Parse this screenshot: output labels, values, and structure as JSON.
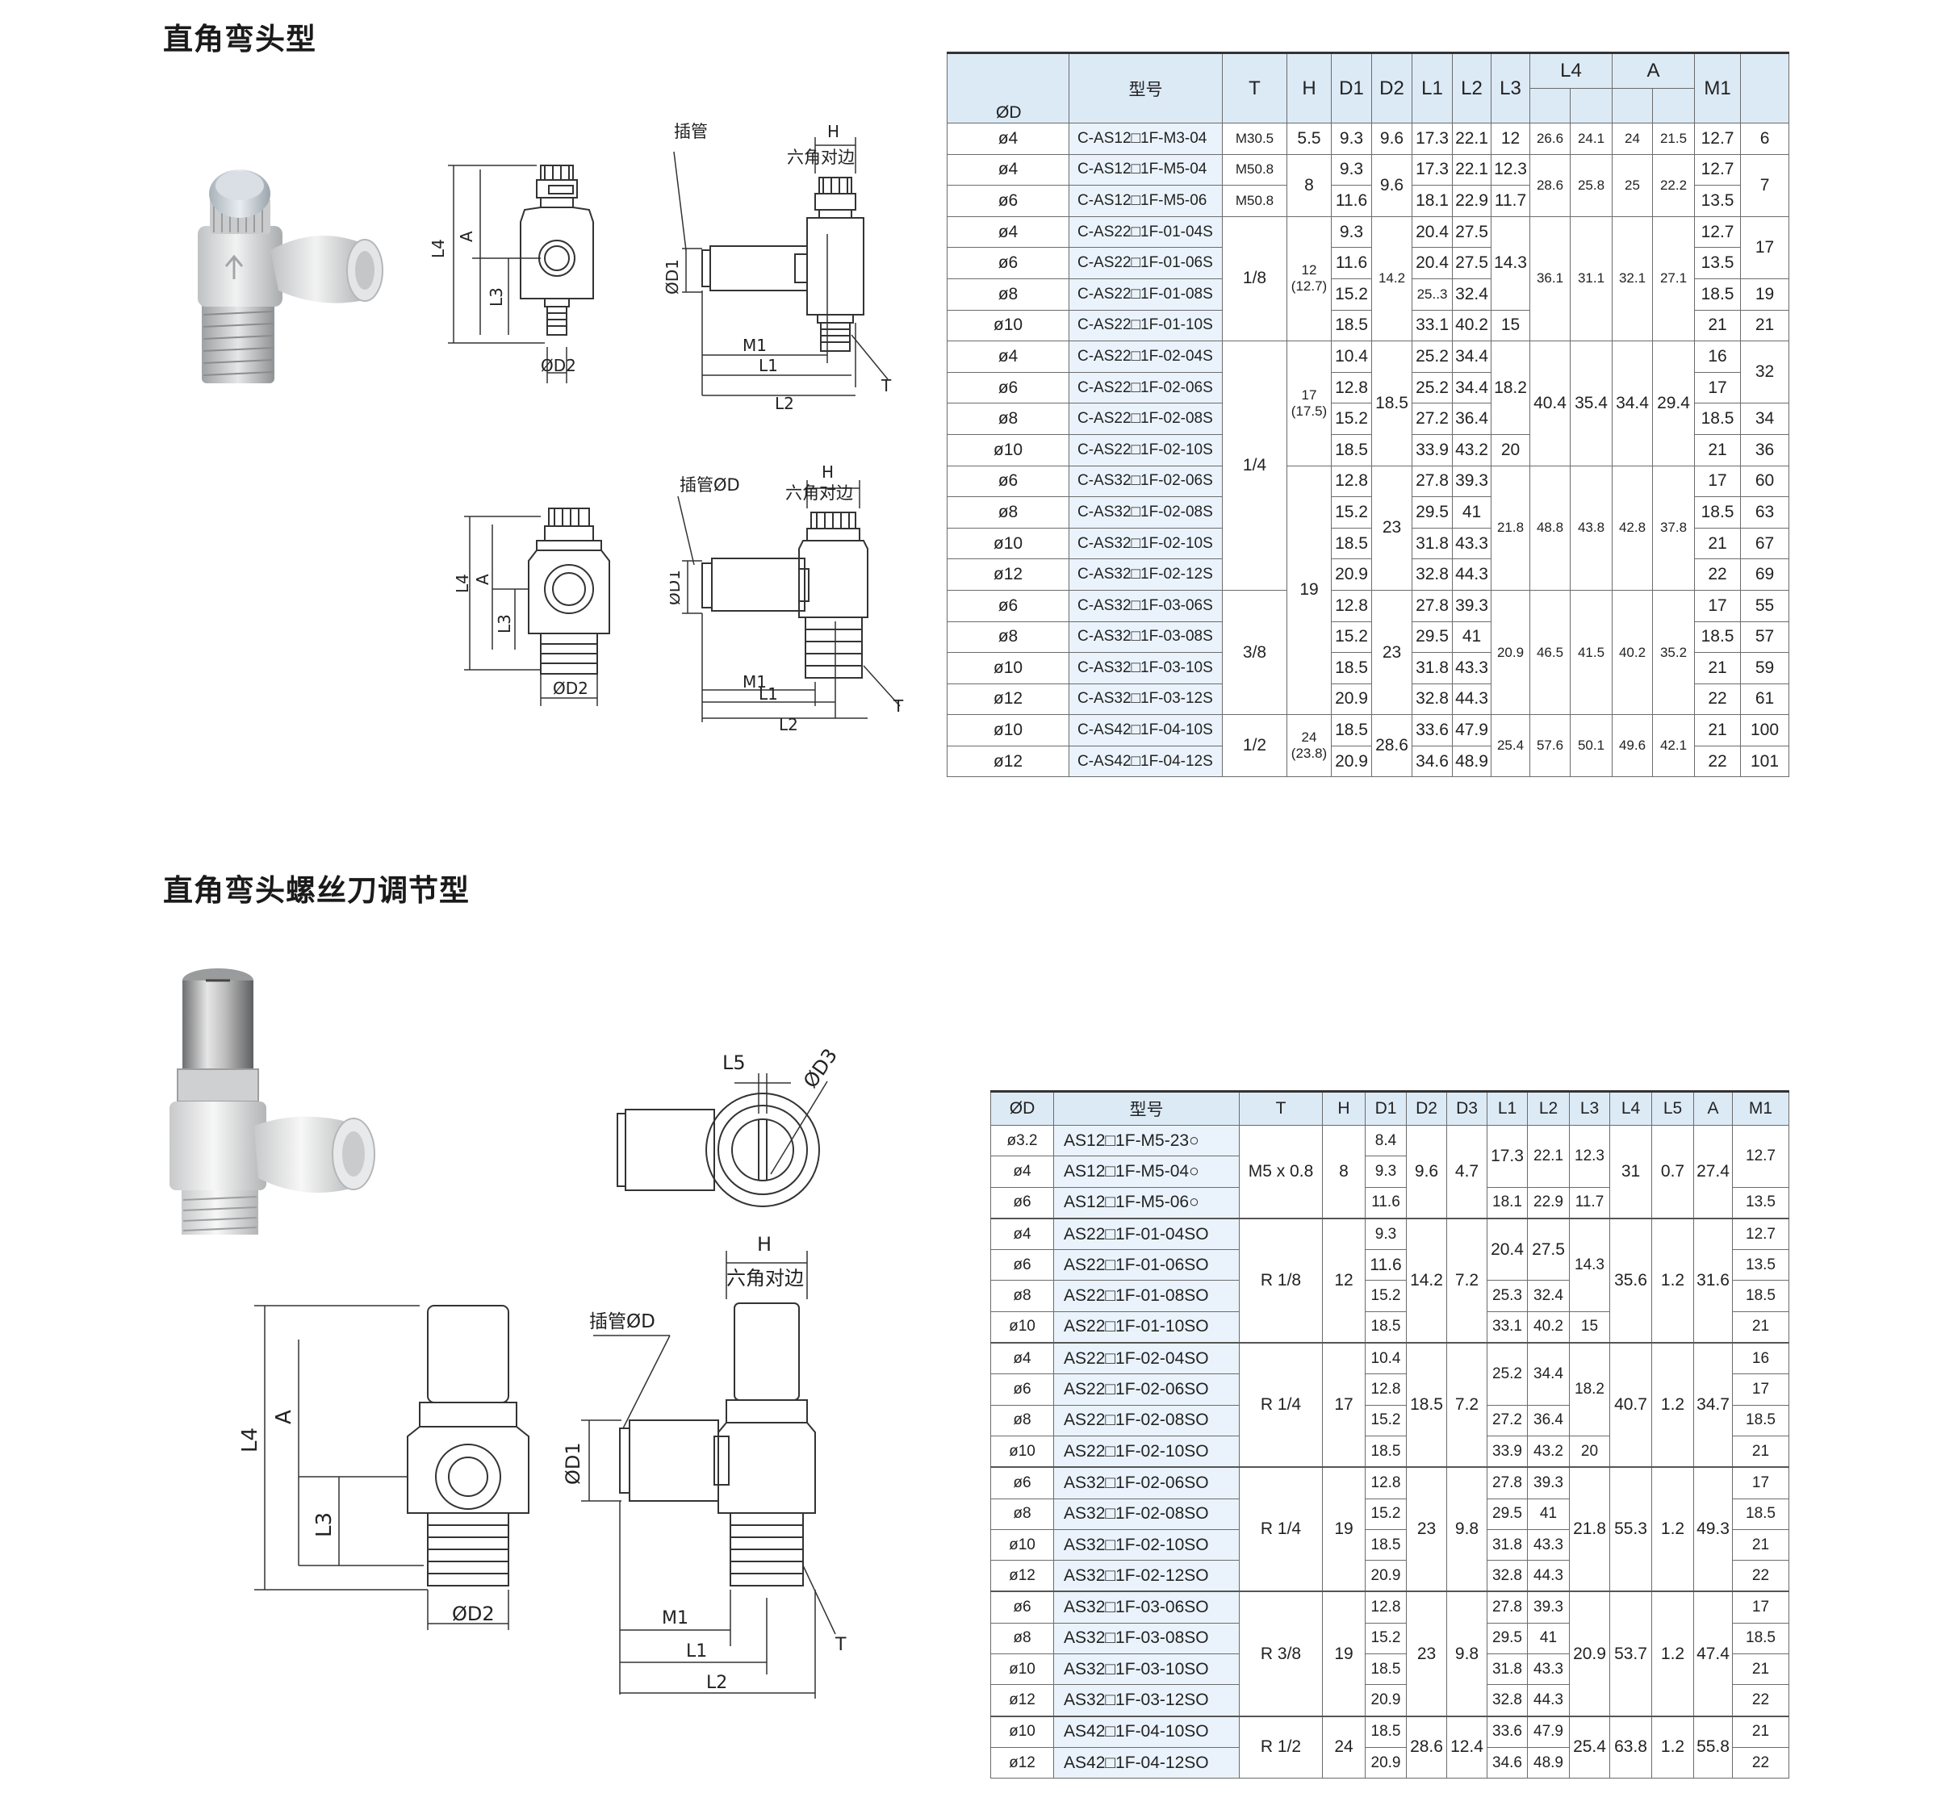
{
  "section1": {
    "title": "直角弯头型"
  },
  "section2": {
    "title": "直角弯头螺丝刀调节型"
  },
  "drawing_labels": {
    "L4": "L4",
    "A": "A",
    "L3": "L3",
    "D2": "ØD2",
    "D1": "ØD1",
    "M1": "M1",
    "L1": "L1",
    "L2": "L2",
    "H": "H",
    "T": "T",
    "L5": "L5",
    "D3": "ØD3",
    "insert_tube": "插管",
    "insert_tube_d": "插管ØD",
    "hex_across": "六角对边"
  },
  "table1": {
    "headers": {
      "d": "ØD",
      "model": "型号",
      "T": "T",
      "H": "H",
      "D1": "D1",
      "D2": "D2",
      "L1": "L1",
      "L2": "L2",
      "L3": "L3",
      "L4": "L4",
      "A": "A",
      "M1": "M1"
    },
    "rows": [
      [
        "ø4",
        "C-AS12□1F-M3-04",
        "M30.5",
        "5.5",
        "9.3",
        "9.6",
        "17.3",
        "22.1",
        "12",
        "26.6",
        "24.1",
        "24",
        "21.5",
        "12.7",
        "6"
      ],
      [
        "ø4",
        "C-AS12□1F-M5-04",
        "M50.8",
        "8",
        "9.3",
        "9.6",
        "17.3",
        "22.1",
        "12.3",
        "28.6",
        "25.8",
        "25",
        "22.2",
        "12.7",
        "7"
      ],
      [
        "ø6",
        "C-AS12□1F-M5-06",
        "M50.8",
        "",
        "11.6",
        "",
        "18.1",
        "22.9",
        "11.7",
        "",
        "",
        "",
        "",
        "13.5",
        ""
      ],
      [
        "ø4",
        "C-AS22□1F-01-04S",
        "1/8",
        "12\n(12.7)",
        "9.3",
        "14.2",
        "20.4",
        "27.5",
        "14.3",
        "36.1",
        "31.1",
        "32.1",
        "27.1",
        "12.7",
        "17"
      ],
      [
        "ø6",
        "C-AS22□1F-01-06S",
        "",
        "",
        "11.6",
        "",
        "20.4",
        "27.5",
        "",
        "",
        "",
        "",
        "",
        "13.5",
        ""
      ],
      [
        "ø8",
        "C-AS22□1F-01-08S",
        "",
        "",
        "15.2",
        "",
        "25..3",
        "32.4",
        "",
        "",
        "",
        "",
        "",
        "18.5",
        "19"
      ],
      [
        "ø10",
        "C-AS22□1F-01-10S",
        "",
        "",
        "18.5",
        "",
        "33.1",
        "40.2",
        "15",
        "",
        "",
        "",
        "",
        "21",
        "21"
      ],
      [
        "ø4",
        "C-AS22□1F-02-04S",
        "1/4",
        "17\n(17.5)",
        "10.4",
        "18.5",
        "25.2",
        "34.4",
        "18.2",
        "40.4",
        "35.4",
        "34.4",
        "29.4",
        "16",
        "32"
      ],
      [
        "ø6",
        "C-AS22□1F-02-06S",
        "",
        "",
        "12.8",
        "",
        "25.2",
        "34.4",
        "",
        "",
        "",
        "",
        "",
        "17",
        ""
      ],
      [
        "ø8",
        "C-AS22□1F-02-08S",
        "",
        "",
        "15.2",
        "",
        "27.2",
        "36.4",
        "",
        "",
        "",
        "",
        "",
        "18.5",
        "34"
      ],
      [
        "ø10",
        "C-AS22□1F-02-10S",
        "",
        "",
        "18.5",
        "",
        "33.9",
        "43.2",
        "20",
        "",
        "",
        "",
        "",
        "21",
        "36"
      ],
      [
        "ø6",
        "C-AS32□1F-02-06S",
        "",
        "19",
        "12.8",
        "23",
        "27.8",
        "39.3",
        "21.8",
        "48.8",
        "43.8",
        "42.8",
        "37.8",
        "17",
        "60"
      ],
      [
        "ø8",
        "C-AS32□1F-02-08S",
        "",
        "",
        "15.2",
        "",
        "29.5",
        "41",
        "",
        "",
        "",
        "",
        "",
        "18.5",
        "63"
      ],
      [
        "ø10",
        "C-AS32□1F-02-10S",
        "",
        "",
        "18.5",
        "",
        "31.8",
        "43.3",
        "",
        "",
        "",
        "",
        "",
        "21",
        "67"
      ],
      [
        "ø12",
        "C-AS32□1F-02-12S",
        "",
        "",
        "20.9",
        "",
        "32.8",
        "44.3",
        "",
        "",
        "",
        "",
        "",
        "22",
        "69"
      ],
      [
        "ø6",
        "C-AS32□1F-03-06S",
        "3/8",
        "",
        "12.8",
        "23",
        "27.8",
        "39.3",
        "20.9",
        "46.5",
        "41.5",
        "40.2",
        "35.2",
        "17",
        "55"
      ],
      [
        "ø8",
        "C-AS32□1F-03-08S",
        "",
        "",
        "15.2",
        "",
        "29.5",
        "41",
        "",
        "",
        "",
        "",
        "",
        "18.5",
        "57"
      ],
      [
        "ø10",
        "C-AS32□1F-03-10S",
        "",
        "",
        "18.5",
        "",
        "31.8",
        "43.3",
        "",
        "",
        "",
        "",
        "",
        "21",
        "59"
      ],
      [
        "ø12",
        "C-AS32□1F-03-12S",
        "",
        "",
        "20.9",
        "",
        "32.8",
        "44.3",
        "",
        "",
        "",
        "",
        "",
        "22",
        "61"
      ],
      [
        "ø10",
        "C-AS42□1F-04-10S",
        "1/2",
        "24\n(23.8)",
        "18.5",
        "28.6",
        "33.6",
        "47.9",
        "25.4",
        "57.6",
        "50.1",
        "49.6",
        "42.1",
        "21",
        "100"
      ],
      [
        "ø12",
        "C-AS42□1F-04-12S",
        "",
        "",
        "20.9",
        "",
        "34.6",
        "48.9",
        "",
        "",
        "",
        "",
        "",
        "22",
        "101"
      ]
    ]
  },
  "table2": {
    "headers": {
      "d": "ØD",
      "model": "型号",
      "T": "T",
      "H": "H",
      "D1": "D1",
      "D2": "D2",
      "D3": "D3",
      "L1": "L1",
      "L2": "L2",
      "L3": "L3",
      "L4": "L4",
      "L5": "L5",
      "A": "A",
      "M1": "M1"
    },
    "rows": [
      [
        "ø3.2",
        "AS12□1F-M5-23○",
        "M5 x 0.8",
        "8",
        "8.4",
        "9.6",
        "4.7",
        "17.3",
        "22.1",
        "12.3",
        "31",
        "0.7",
        "27.4",
        "12.7"
      ],
      [
        "ø4",
        "AS12□1F-M5-04○",
        "",
        "",
        "9.3",
        "",
        "",
        "",
        "",
        "",
        "",
        "",
        "",
        ""
      ],
      [
        "ø6",
        "AS12□1F-M5-06○",
        "",
        "",
        "11.6",
        "",
        "",
        "18.1",
        "22.9",
        "11.7",
        "",
        "",
        "",
        "13.5"
      ],
      [
        "ø4",
        "AS22□1F-01-04SO",
        "R 1/8",
        "12",
        "9.3",
        "14.2",
        "7.2",
        "20.4",
        "27.5",
        "14.3",
        "35.6",
        "1.2",
        "31.6",
        "12.7"
      ],
      [
        "ø6",
        "AS22□1F-01-06SO",
        "",
        "",
        "11.6",
        "",
        "",
        "",
        "",
        "",
        "",
        "",
        "",
        "13.5"
      ],
      [
        "ø8",
        "AS22□1F-01-08SO",
        "",
        "",
        "15.2",
        "",
        "",
        "25.3",
        "32.4",
        "",
        "",
        "",
        "",
        "18.5"
      ],
      [
        "ø10",
        "AS22□1F-01-10SO",
        "",
        "",
        "18.5",
        "",
        "",
        "33.1",
        "40.2",
        "15",
        "",
        "",
        "",
        "21"
      ],
      [
        "ø4",
        "AS22□1F-02-04SO",
        "R 1/4",
        "17",
        "10.4",
        "18.5",
        "7.2",
        "25.2",
        "34.4",
        "18.2",
        "40.7",
        "1.2",
        "34.7",
        "16"
      ],
      [
        "ø6",
        "AS22□1F-02-06SO",
        "",
        "",
        "12.8",
        "",
        "",
        "",
        "",
        "",
        "",
        "",
        "",
        "17"
      ],
      [
        "ø8",
        "AS22□1F-02-08SO",
        "",
        "",
        "15.2",
        "",
        "",
        "27.2",
        "36.4",
        "",
        "",
        "",
        "",
        "18.5"
      ],
      [
        "ø10",
        "AS22□1F-02-10SO",
        "",
        "",
        "18.5",
        "",
        "",
        "33.9",
        "43.2",
        "20",
        "",
        "",
        "",
        "21"
      ],
      [
        "ø6",
        "AS32□1F-02-06SO",
        "R 1/4",
        "19",
        "12.8",
        "23",
        "9.8",
        "27.8",
        "39.3",
        "21.8",
        "55.3",
        "1.2",
        "49.3",
        "17"
      ],
      [
        "ø8",
        "AS32□1F-02-08SO",
        "",
        "",
        "15.2",
        "",
        "",
        "29.5",
        "41",
        "",
        "",
        "",
        "",
        "18.5"
      ],
      [
        "ø10",
        "AS32□1F-02-10SO",
        "",
        "",
        "18.5",
        "",
        "",
        "31.8",
        "43.3",
        "",
        "",
        "",
        "",
        "21"
      ],
      [
        "ø12",
        "AS32□1F-02-12SO",
        "",
        "",
        "20.9",
        "",
        "",
        "32.8",
        "44.3",
        "",
        "",
        "",
        "",
        "22"
      ],
      [
        "ø6",
        "AS32□1F-03-06SO",
        "R 3/8",
        "19",
        "12.8",
        "23",
        "9.8",
        "27.8",
        "39.3",
        "20.9",
        "53.7",
        "1.2",
        "47.4",
        "17"
      ],
      [
        "ø8",
        "AS32□1F-03-08SO",
        "",
        "",
        "15.2",
        "",
        "",
        "29.5",
        "41",
        "",
        "",
        "",
        "",
        "18.5"
      ],
      [
        "ø10",
        "AS32□1F-03-10SO",
        "",
        "",
        "18.5",
        "",
        "",
        "31.8",
        "43.3",
        "",
        "",
        "",
        "",
        "21"
      ],
      [
        "ø12",
        "AS32□1F-03-12SO",
        "",
        "",
        "20.9",
        "",
        "",
        "32.8",
        "44.3",
        "",
        "",
        "",
        "",
        "22"
      ],
      [
        "ø10",
        "AS42□1F-04-10SO",
        "R 1/2",
        "24",
        "18.5",
        "28.6",
        "12.4",
        "33.6",
        "47.9",
        "25.4",
        "63.8",
        "1.2",
        "55.8",
        "21"
      ],
      [
        "ø12",
        "AS42□1F-04-12SO",
        "",
        "",
        "20.9",
        "",
        "",
        "34.6",
        "48.9",
        "",
        "",
        "",
        "",
        "22"
      ]
    ]
  }
}
